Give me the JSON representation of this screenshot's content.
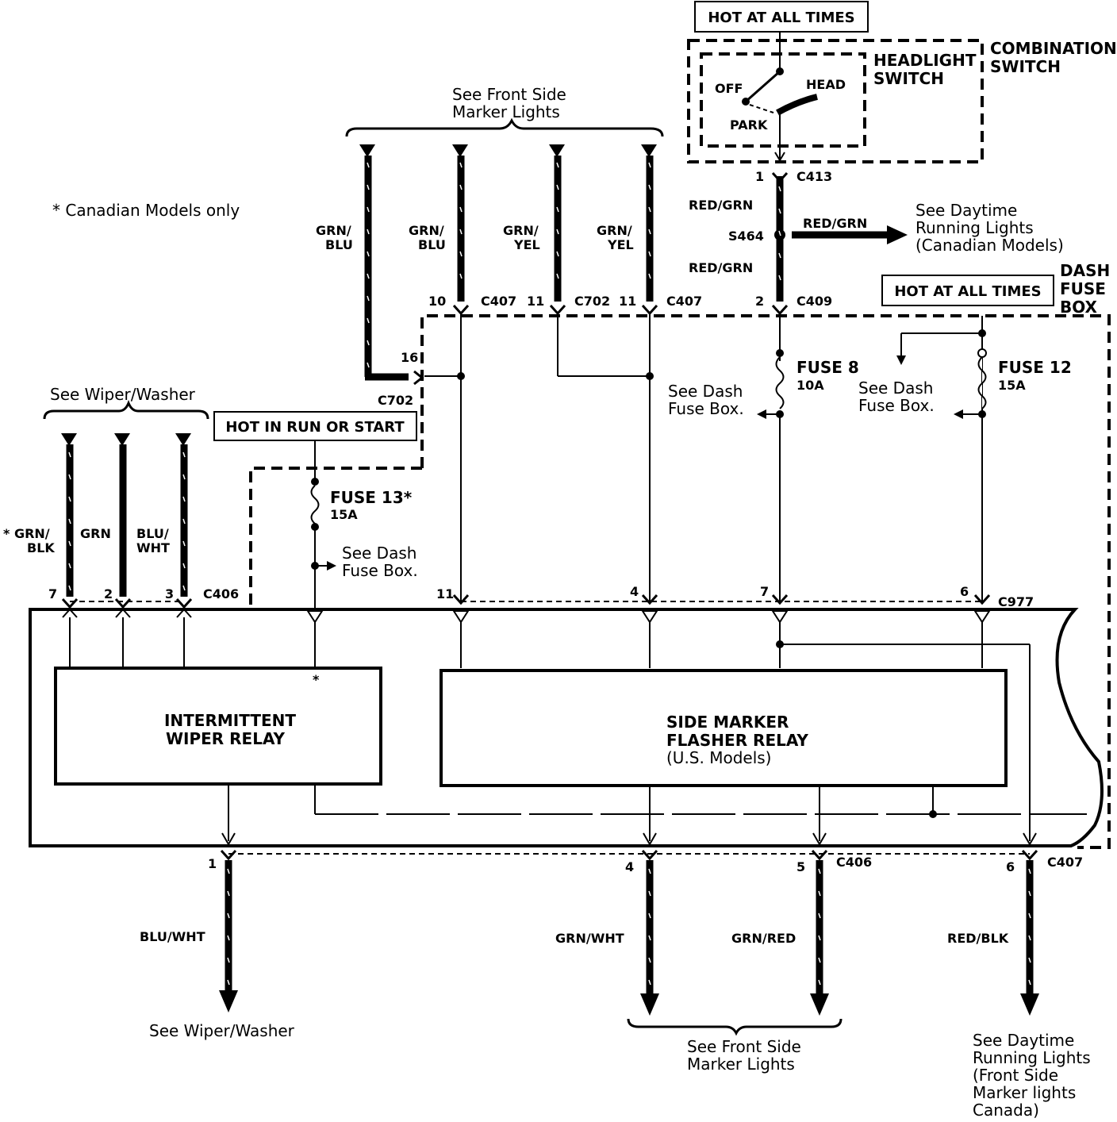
{
  "notes": {
    "canadian": "* Canadian Models only"
  },
  "headlight": {
    "hot_label": "HOT AT ALL TIMES",
    "combination": [
      "COMBINATION",
      "SWITCH"
    ],
    "headlight_switch": [
      "HEADLIGHT",
      "SWITCH"
    ],
    "off": "OFF",
    "head": "HEAD",
    "park": "PARK"
  },
  "top_ref": {
    "line1": "See Front Side",
    "line2": "Marker Lights"
  },
  "top_wires": [
    {
      "c1": "GRN/",
      "c2": "BLU"
    },
    {
      "c1": "GRN/",
      "c2": "BLU"
    },
    {
      "c1": "GRN/",
      "c2": "YEL"
    },
    {
      "c1": "GRN/",
      "c2": "YEL"
    }
  ],
  "connectors": {
    "c413": "C413",
    "c413_pin": "1",
    "red_grn1": "RED/GRN",
    "red_grn2": "RED/GRN",
    "red_grn3": "RED/GRN",
    "s464": "S464",
    "c409": "C409",
    "c409_pin": "2",
    "c407a": "C407",
    "c407a_pin": "10",
    "c702a": "C702",
    "c702a_pin": "11",
    "c407b": "C407",
    "c407b_pin": "11",
    "c702b": "C702",
    "c702b_pin": "16",
    "c406": "C406",
    "c977": "C977",
    "c406b": "C406",
    "c407c": "C407"
  },
  "daytime_ref": [
    "See Daytime",
    "Running Lights",
    "(Canadian Models)"
  ],
  "dash_fuse": {
    "hot_label": "HOT AT ALL TIMES",
    "title": [
      "DASH",
      "FUSE",
      "BOX"
    ],
    "fuse8": "FUSE 8",
    "fuse8_amp": "10A",
    "fuse12": "FUSE 12",
    "fuse12_amp": "15A",
    "see_dash1": [
      "See Dash",
      "Fuse Box."
    ],
    "see_dash2": [
      "See Dash",
      "Fuse Box."
    ]
  },
  "wiper_ref": "See Wiper/Washer",
  "wiper_wires": [
    {
      "c1": "* GRN/",
      "c2": "BLK",
      "pin": "7"
    },
    {
      "c1": "GRN",
      "c2": "",
      "pin": "2"
    },
    {
      "c1": "BLU/",
      "c2": "WHT",
      "pin": "3"
    }
  ],
  "run_start": {
    "hot_label": "HOT IN RUN OR START",
    "fuse13": "FUSE 13*",
    "fuse13_amp": "15A",
    "see_dash": [
      "See Dash",
      "Fuse Box."
    ]
  },
  "c977_pins": [
    "11",
    "4",
    "7",
    "6"
  ],
  "relays": {
    "wiper": [
      "INTERMITTENT",
      "WIPER RELAY"
    ],
    "wiper_star": "*",
    "side_marker": [
      "SIDE MARKER",
      "FLASHER RELAY",
      "(U.S. Models)"
    ]
  },
  "bottom_wires": [
    {
      "pin": "1",
      "color": "BLU/WHT"
    },
    {
      "pin": "4",
      "color": "GRN/WHT"
    },
    {
      "pin": "5",
      "color": "GRN/RED"
    },
    {
      "pin": "6",
      "color": "RED/BLK"
    }
  ],
  "bottom_refs": {
    "wiper": "See Wiper/Washer",
    "front": [
      "See Front Side",
      "Marker Lights"
    ],
    "daytime": [
      "See Daytime",
      "Running Lights",
      "(Front Side",
      "Marker lights",
      "Canada)"
    ]
  }
}
